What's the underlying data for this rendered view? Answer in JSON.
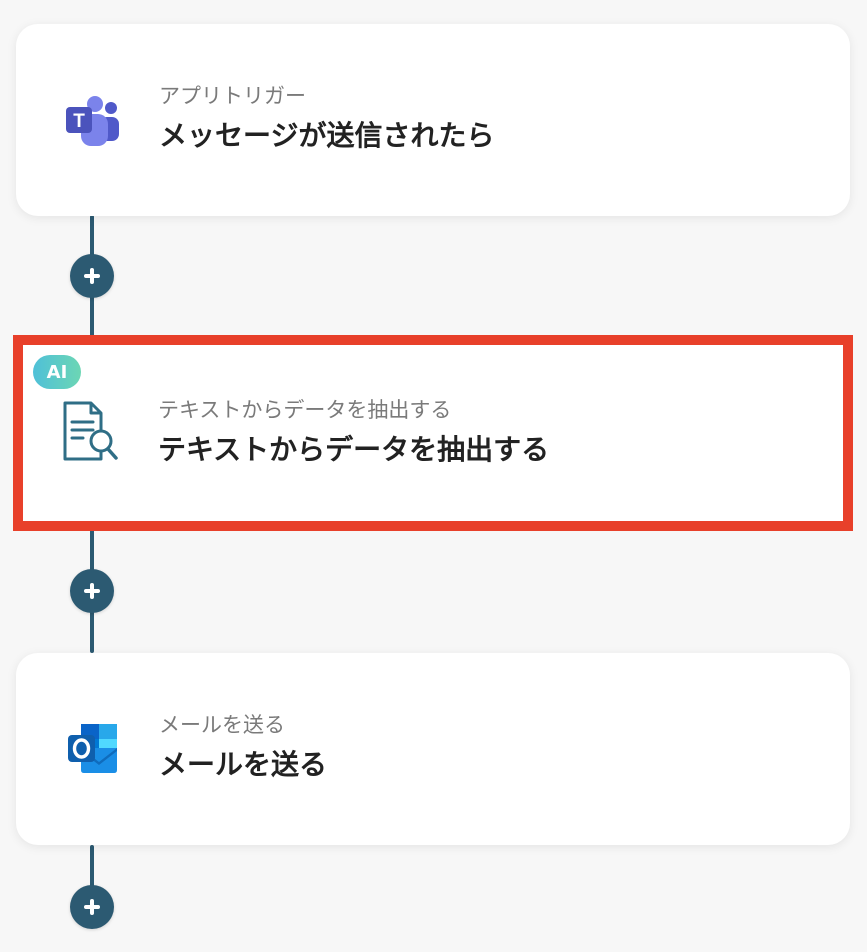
{
  "flow": {
    "steps": [
      {
        "subtitle": "アプリトリガー",
        "title": "メッセージが送信されたら",
        "icon": "microsoft-teams-icon",
        "highlighted": false
      },
      {
        "subtitle": "テキストからデータを抽出する",
        "title": "テキストからデータを抽出する",
        "icon": "document-search-icon",
        "badge": "AI",
        "highlighted": true
      },
      {
        "subtitle": "メールを送る",
        "title": "メールを送る",
        "icon": "microsoft-outlook-icon",
        "highlighted": false
      }
    ],
    "add_button_icon": "plus-icon"
  },
  "colors": {
    "connector": "#2c5a72",
    "highlight_border": "#e8402a",
    "ai_badge_gradient": [
      "#4fc0d8",
      "#6cd6b4"
    ],
    "teams_purple": "#5059c9",
    "outlook_blue": "#0a64c8",
    "document_icon_teal": "#2f6e86"
  }
}
